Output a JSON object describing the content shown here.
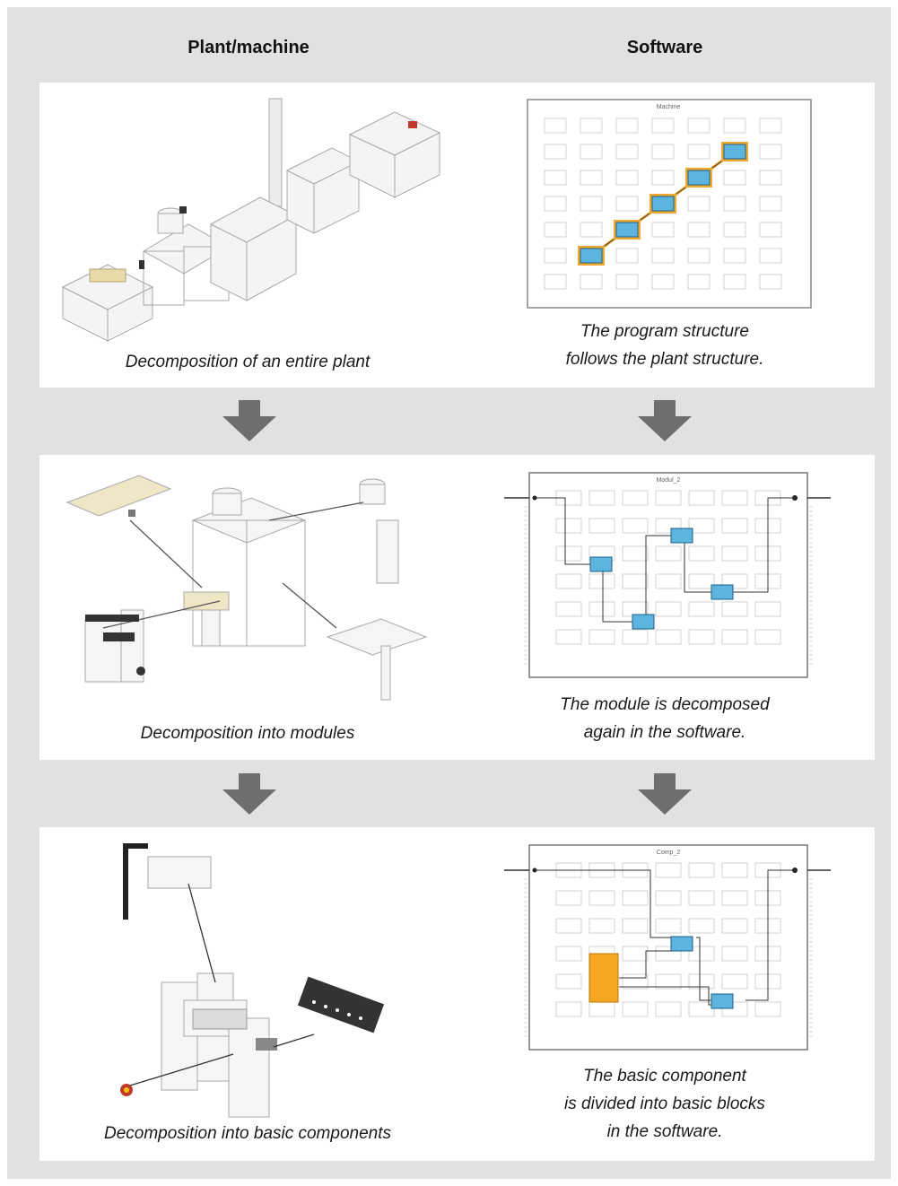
{
  "headers": {
    "left": "Plant/machine",
    "right": "Software"
  },
  "rows": [
    {
      "left_caption": "Decomposition of an entire plant",
      "right_caption": [
        "The program structure",
        "follows the plant structure."
      ],
      "diagram_title": "Machine"
    },
    {
      "left_caption": "Decomposition into modules",
      "right_caption": [
        "The module is decomposed",
        "again in the software."
      ],
      "diagram_title": "Modul_2"
    },
    {
      "left_caption": "Decomposition into basic components",
      "right_caption": [
        "The basic component",
        "is divided into basic blocks",
        "in the software."
      ],
      "diagram_title": "Comp_2"
    }
  ],
  "colors": {
    "background": "#e1e1e1",
    "panel": "#ffffff",
    "arrow": "#6e6e6e",
    "block_fill": "#5db4df",
    "block_border": "#1f5f86",
    "highlight": "#f0a830",
    "basic_block": "#f5a623"
  }
}
